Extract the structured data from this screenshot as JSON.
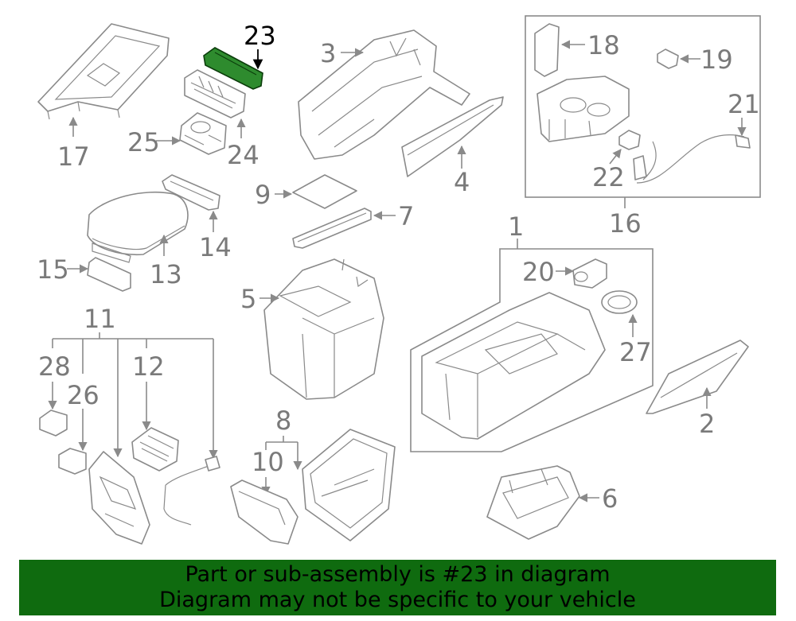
{
  "banner": {
    "line1": "Part or sub-assembly is #23 in diagram",
    "line2": "Diagram may not be specific to your vehicle"
  },
  "highlighted_part": "23",
  "callouts": {
    "c1": "1",
    "c2": "2",
    "c3": "3",
    "c4": "4",
    "c5": "5",
    "c6": "6",
    "c7": "7",
    "c8": "8",
    "c9": "9",
    "c10": "10",
    "c11": "11",
    "c12": "12",
    "c13": "13",
    "c14": "14",
    "c15": "15",
    "c16": "16",
    "c17": "17",
    "c18": "18",
    "c19": "19",
    "c20": "20",
    "c21": "21",
    "c22": "22",
    "c23": "23",
    "c24": "24",
    "c25": "25",
    "c26": "26",
    "c27": "27",
    "c28": "28"
  },
  "colors": {
    "line": "#8a8a8a",
    "highlight": "#2e8b2e",
    "banner": "#0f6b0f"
  }
}
